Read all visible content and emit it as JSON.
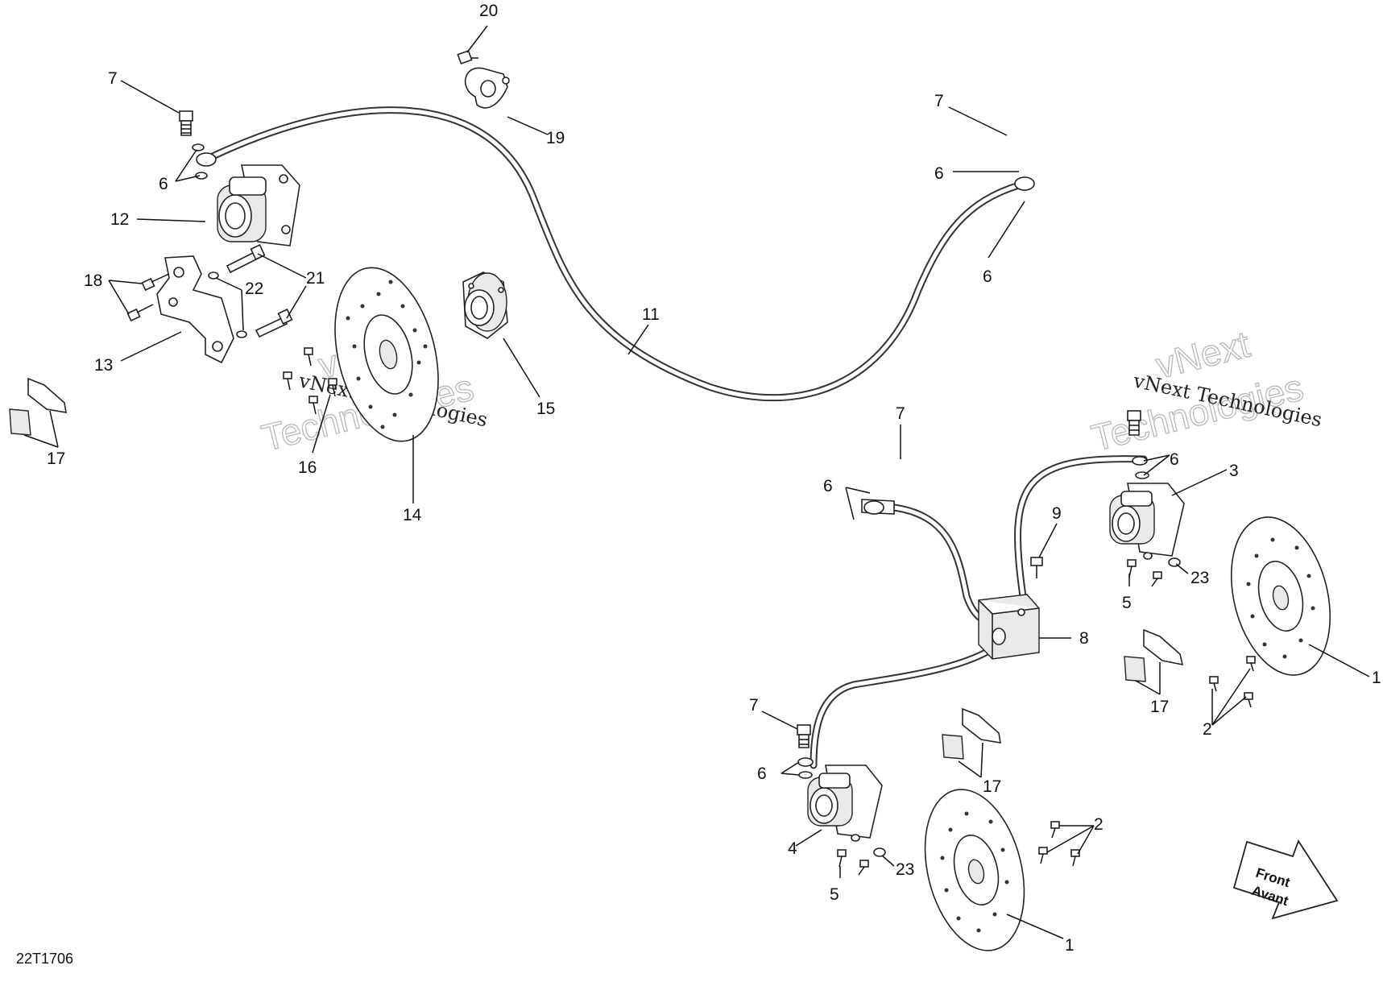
{
  "diagram_code": "22T1706",
  "watermark": {
    "line1": "vNext Technologies",
    "line2": "vNext",
    "line3": "Technologies"
  },
  "direction_arrow": {
    "line1": "Front",
    "line2": "Avant"
  },
  "callouts": [
    "1",
    "2",
    "3",
    "4",
    "5",
    "6",
    "7",
    "8",
    "9",
    "11",
    "12",
    "13",
    "14",
    "15",
    "16",
    "17",
    "18",
    "19",
    "20",
    "21",
    "22",
    "23"
  ]
}
